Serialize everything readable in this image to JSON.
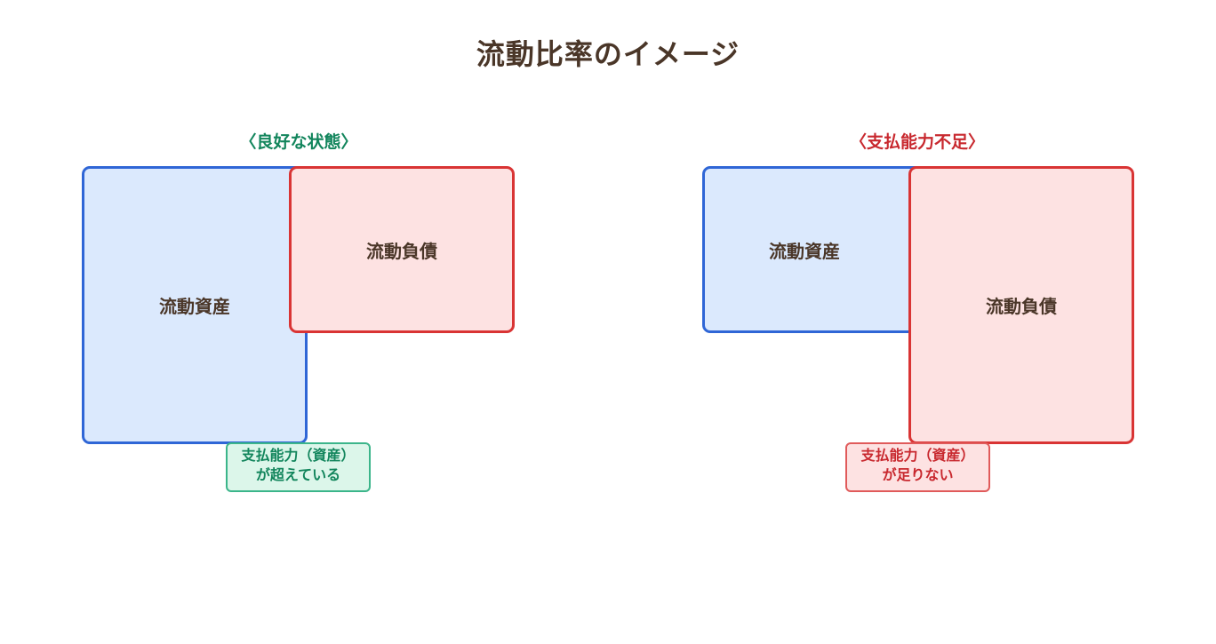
{
  "title": "流動比率のイメージ",
  "good": {
    "heading": "〈良好な状態〉",
    "asset_label": "流動資産",
    "liability_label": "流動負債",
    "note": "支払能力（資産）\nが超えている",
    "heading_color": "#12855c"
  },
  "bad": {
    "heading": "〈支払能力不足〉",
    "asset_label": "流動資産",
    "liability_label": "流動負債",
    "note": "支払能力（資産）\nが足りない",
    "heading_color": "#c8282e"
  },
  "colors": {
    "asset_fill": "#dbe9fd",
    "asset_border": "#2f66d6",
    "liability_fill": "#fde2e2",
    "liability_border": "#d93434",
    "text": "#4a3628"
  }
}
